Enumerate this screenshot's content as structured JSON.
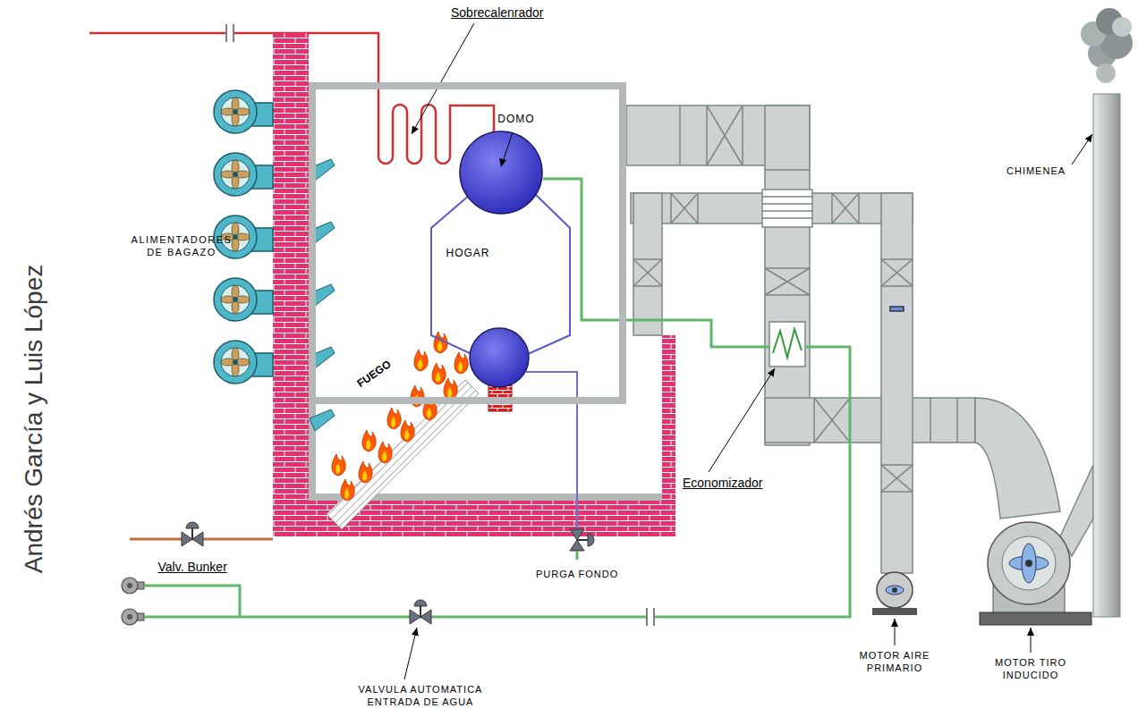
{
  "diagram": {
    "nodes": [
      {
        "text": [
          "HOGAR"
        ]
      },
      {
        "text": [
          "DOMO"
        ],
        "in": 0
      }
    ],
    "labels": [
      "Andrés García y Luis López",
      "Sobrecalenrador",
      "ALIMENTADORES DE BAGAZO",
      "FUEGO",
      "Valv. Bunker",
      "PURGA FONDO",
      "Economizador",
      "CHIMENEA",
      "VALVULA AUTOMATICA ENTRADA DE AGUA",
      "MOTOR AIRE PRIMARIO",
      "MOTOR TIRO INDUCIDO"
    ]
  }
}
